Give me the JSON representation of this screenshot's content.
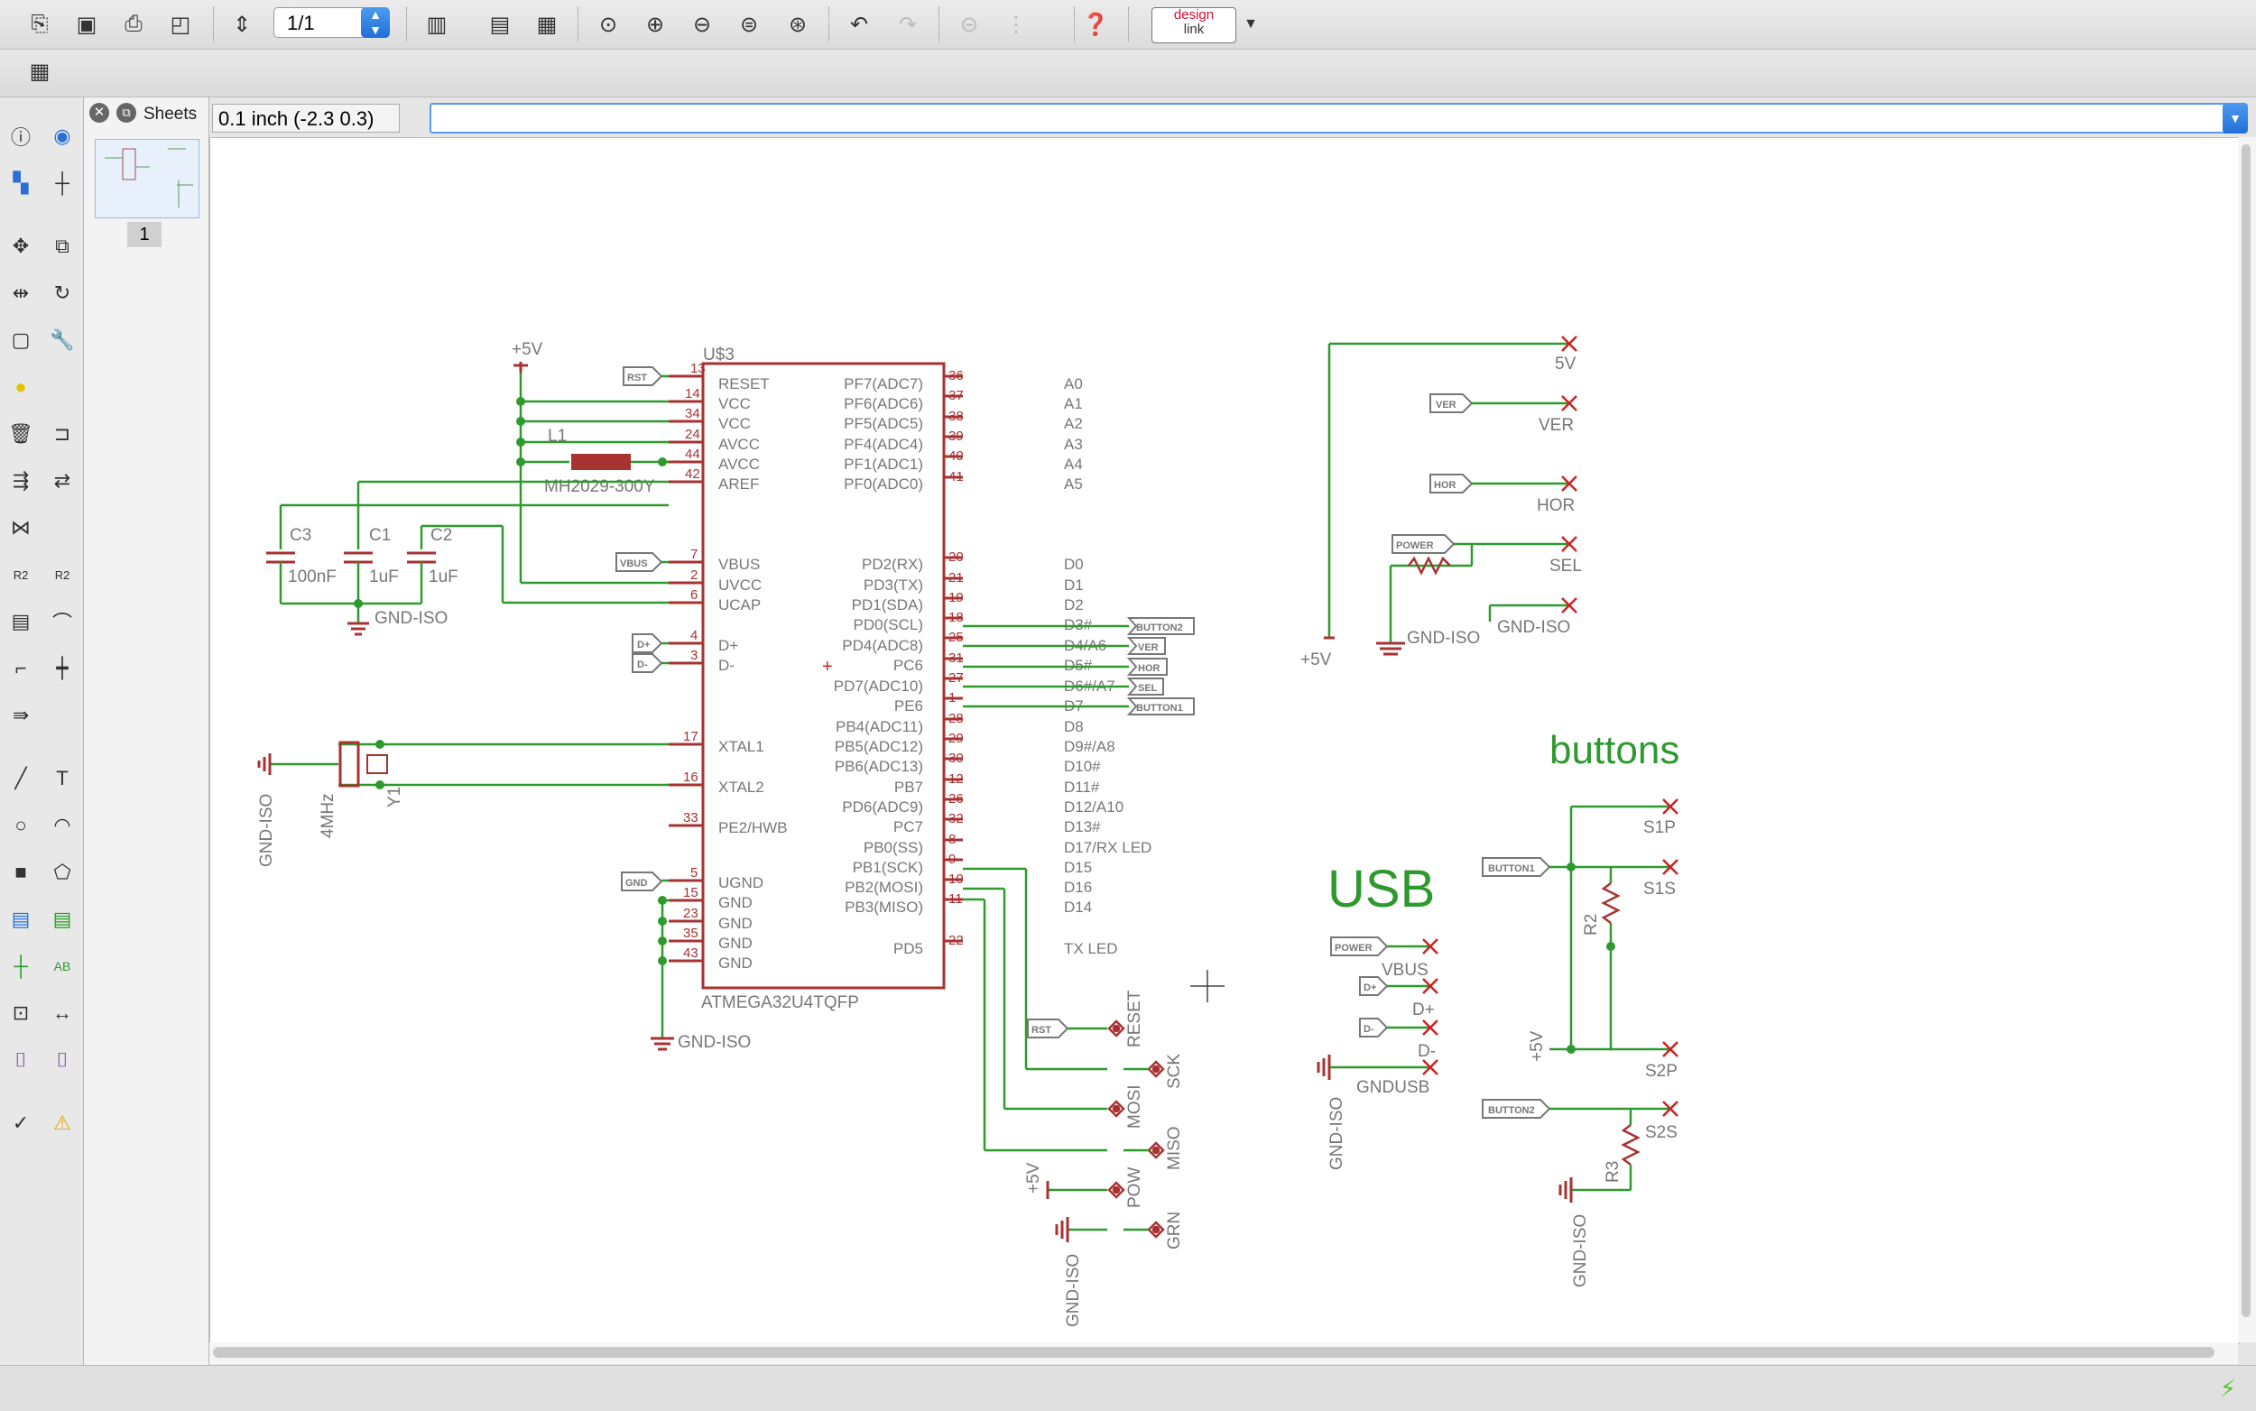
{
  "toolbar": {
    "sheet_value": "1/1",
    "icons": [
      "open-icon",
      "save-icon",
      "print-icon",
      "cam-icon",
      "sheet-icon",
      "layers-icon",
      "script-icon",
      "run-icon",
      "zoom-fit-icon",
      "zoom-in-icon",
      "zoom-out-icon",
      "zoom-select-icon",
      "zoom-redraw-icon",
      "undo-icon",
      "redo-icon",
      "stop-icon",
      "go-icon",
      "help-icon"
    ],
    "designlink_label_1": "design",
    "designlink_label_2": "link"
  },
  "sheets_panel": {
    "title": "Sheets",
    "sheet_number": "1"
  },
  "coordinate_display": "0.1 inch (-2.3 0.3)",
  "command_line": {
    "value": ""
  },
  "schematic": {
    "u3": {
      "name": "U$3",
      "part": "ATMEGA32U4TQFP",
      "left_pins": [
        {
          "num": "13",
          "name": "RESET"
        },
        {
          "num": "14",
          "name": "VCC"
        },
        {
          "num": "34",
          "name": "VCC"
        },
        {
          "num": "24",
          "name": "AVCC"
        },
        {
          "num": "44",
          "name": "AVCC"
        },
        {
          "num": "42",
          "name": "AREF"
        },
        {
          "num": "7",
          "name": "VBUS"
        },
        {
          "num": "2",
          "name": "UVCC"
        },
        {
          "num": "6",
          "name": "UCAP"
        },
        {
          "num": "4",
          "name": "D+"
        },
        {
          "num": "3",
          "name": "D-"
        },
        {
          "num": "17",
          "name": "XTAL1"
        },
        {
          "num": "16",
          "name": "XTAL2"
        },
        {
          "num": "33",
          "name": "PE2/HWB"
        },
        {
          "num": "5",
          "name": "UGND"
        },
        {
          "num": "15",
          "name": "GND"
        },
        {
          "num": "23",
          "name": "GND"
        },
        {
          "num": "35",
          "name": "GND"
        },
        {
          "num": "43",
          "name": "GND"
        }
      ],
      "right_pins": [
        {
          "num": "36",
          "name": "PF7(ADC7)",
          "label": "A0"
        },
        {
          "num": "37",
          "name": "PF6(ADC6)",
          "label": "A1"
        },
        {
          "num": "38",
          "name": "PF5(ADC5)",
          "label": "A2"
        },
        {
          "num": "39",
          "name": "PF4(ADC4)",
          "label": "A3"
        },
        {
          "num": "40",
          "name": "PF1(ADC1)",
          "label": "A4"
        },
        {
          "num": "41",
          "name": "PF0(ADC0)",
          "label": "A5"
        },
        {
          "num": "20",
          "name": "PD2(RX)",
          "label": "D0"
        },
        {
          "num": "21",
          "name": "PD3(TX)",
          "label": "D1"
        },
        {
          "num": "19",
          "name": "PD1(SDA)",
          "label": "D2"
        },
        {
          "num": "18",
          "name": "PD0(SCL)",
          "label": "D3#"
        },
        {
          "num": "25",
          "name": "PD4(ADC8)",
          "label": "D4/A6"
        },
        {
          "num": "31",
          "name": "PC6",
          "label": "D5#"
        },
        {
          "num": "27",
          "name": "PD7(ADC10)",
          "label": "D6#/A7"
        },
        {
          "num": "1",
          "name": "PE6",
          "label": "D7"
        },
        {
          "num": "28",
          "name": "PB4(ADC11)",
          "label": "D8"
        },
        {
          "num": "29",
          "name": "PB5(ADC12)",
          "label": "D9#/A8"
        },
        {
          "num": "30",
          "name": "PB6(ADC13)",
          "label": "D10#"
        },
        {
          "num": "12",
          "name": "PB7",
          "label": "D11#"
        },
        {
          "num": "26",
          "name": "PD6(ADC9)",
          "label": "D12/A10"
        },
        {
          "num": "32",
          "name": "PC7",
          "label": "D13#"
        },
        {
          "num": "8",
          "name": "PB0(SS)",
          "label": "D17/RX LED"
        },
        {
          "num": "9",
          "name": "PB1(SCK)",
          "label": "D15"
        },
        {
          "num": "10",
          "name": "PB2(MOSI)",
          "label": "D16"
        },
        {
          "num": "11",
          "name": "PB3(MISO)",
          "label": "D14"
        },
        {
          "num": "22",
          "name": "PD5",
          "label": "TX LED"
        }
      ]
    },
    "labels": {
      "plus5v": "+5V",
      "l1": "L1",
      "mh": "MH2029-300Y",
      "c3": "C3",
      "c1": "C1",
      "c2": "C2",
      "c3v": "100nF",
      "c1v": "1uF",
      "c2v": "1uF",
      "gndiso": "GND-ISO",
      "y1": "Y1",
      "mhz": "4MHz",
      "rst": "RST",
      "vbus_tag": "VBUS",
      "dp": "D+",
      "dm": "D-",
      "gnd_tag": "GND",
      "button2": "BUTTON2",
      "ver": "VER",
      "hor": "HOR",
      "sel": "SEL",
      "button1": "BUTTON1",
      "p5v": "5V",
      "pver": "VER",
      "phor": "HOR",
      "psel": "SEL",
      "pgnd": "GND-ISO",
      "power": "POWER",
      "usb": "USB",
      "buttons": "buttons",
      "vbus": "VBUS",
      "gndusb": "GNDUSB",
      "s1p": "S1P",
      "s1s": "S1S",
      "s2p": "S2P",
      "s2s": "S2S",
      "r2": "R2",
      "r3": "R3",
      "reset": "RESET",
      "sck": "SCK",
      "mosi": "MOSI",
      "miso": "MISO",
      "pow": "POW",
      "grn": "GRN"
    }
  }
}
